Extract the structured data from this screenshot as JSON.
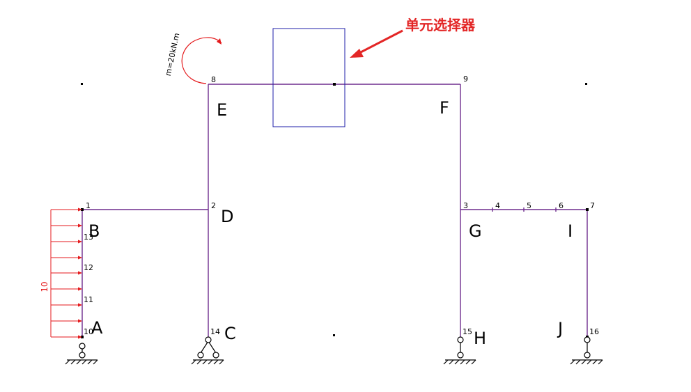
{
  "nodes": {
    "n1": "1",
    "n2": "2",
    "n3": "3",
    "n4": "4",
    "n5": "5",
    "n6": "6",
    "n7": "7",
    "n8": "8",
    "n9": "9",
    "n10": "10",
    "n11": "11",
    "n12": "12",
    "n13": "13",
    "n14": "14",
    "n15": "15",
    "n16": "16"
  },
  "points": {
    "A": "A",
    "B": "B",
    "C": "C",
    "D": "D",
    "E": "E",
    "F": "F",
    "G": "G",
    "H": "H",
    "I": "I",
    "J": "J"
  },
  "loads": {
    "distributed_value": "10",
    "moment_label": "m=20kN.m",
    "colors": {
      "load": "#e41a1c",
      "member": "#6f2d8e",
      "selector": "#1f1fa8"
    }
  },
  "selector": {
    "callout_label": "单元选择器"
  }
}
